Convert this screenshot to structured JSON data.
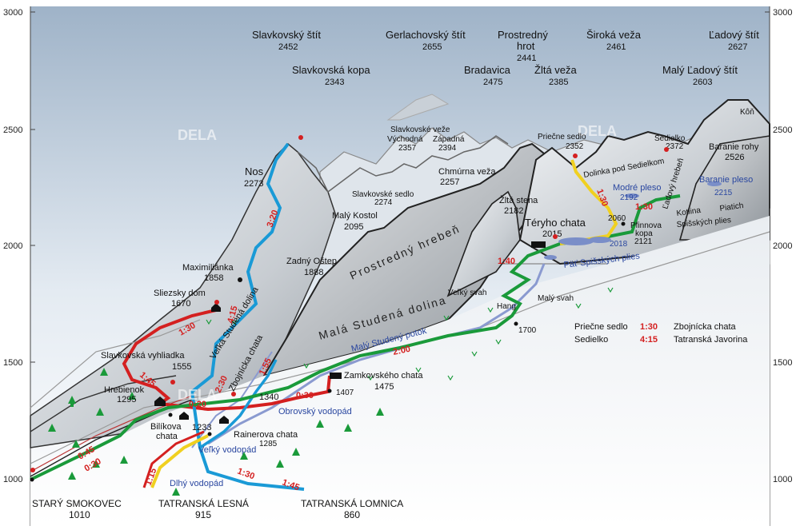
{
  "axis": {
    "left": [
      "3000",
      "2500",
      "2000",
      "1500",
      "1000"
    ],
    "right": [
      "3000",
      "2500",
      "2000",
      "1500",
      "1000"
    ]
  },
  "watermark": "DELA",
  "peaks": [
    {
      "name": "Slavkovský štít",
      "elev": "2452"
    },
    {
      "name": "Gerlachovský štít",
      "elev": "2655"
    },
    {
      "name": "Prostredný",
      "name2": "hrot",
      "elev": "2441"
    },
    {
      "name": "Široká veža",
      "elev": "2461"
    },
    {
      "name": "Ľadový štít",
      "elev": "2627"
    },
    {
      "name": "Slavkovská kopa",
      "elev": "2343"
    },
    {
      "name": "Bradavica",
      "elev": "2475"
    },
    {
      "name": "Žltá veža",
      "elev": "2385"
    },
    {
      "name": "Malý Ľadový štít",
      "elev": "2603"
    }
  ],
  "features": {
    "slavkovske_veze": "Slavkovské veže",
    "vychodna": "Východná",
    "vychodna_elev": "2357",
    "zapadna": "Západná",
    "zapadna_elev": "2394",
    "slavkovske_sedlo": "Slavkovské sedlo",
    "slavkovske_sedlo_elev": "2274",
    "nos": "Nos",
    "nos_elev": "2273",
    "chmurna": "Chmúrna veža",
    "chmurna_elev": "2257",
    "maly_kostol": "Malý Kostol",
    "maly_kostol_elev": "2095",
    "zadny_ostep": "Zadný Oštep",
    "zadny_ostep_elev": "1888",
    "maximilianka": "Maximiliánka",
    "maximilianka_elev": "1858",
    "sliezsky_dom": "Sliezsky dom",
    "sliezsky_dom_elev": "1670",
    "vyhliadka": "Slavkovská vyhliadka",
    "vyhliadka_elev": "1555",
    "hrebienok": "Hrebienok",
    "hrebienok_elev": "1295",
    "bilikova": "Bilíkova",
    "bilikova2": "chata",
    "elev_1233": "1233",
    "rainerova": "Rainerova chata",
    "rainerova_elev": "1285",
    "elev_1340": "1340",
    "elev_1407": "1407",
    "zamkovskeho": "Zamkovského chata",
    "zamkovskeho_elev": "1475",
    "obrovsky": "Obrovský vodopád",
    "velky_vodopad": "Veľký vodopád",
    "dlhy_vodopad": "Dlhý vodopád",
    "maly_studeny_potok": "Malý Studený potok",
    "mala_studena_dolina": "Malá Studená dolina",
    "velka_studena_dolina": "Veľká Studená dolina",
    "zbojnicka": "Zbojnícka chata",
    "prostredny_hreben": "Prostredný hrebeň",
    "zlta_stena": "Žltá stena",
    "zlta_stena_elev": "2182",
    "velky_svah": "Veľký svah",
    "maly_svah": "Malý svah",
    "hang": "Hang",
    "elev_1700": "1700",
    "teryho": "Téryho chata",
    "teryho_elev": "2015",
    "elev_2018": "2018",
    "pat_plies": "Päť Spišských plies",
    "priecne_sedlo": "Priečne sedlo",
    "priecne_sedlo_elev": "2352",
    "dolinka": "Dolinka pod Sedielkom",
    "modre_pleso": "Modré pleso",
    "modre_pleso_elev": "2192",
    "elev_2060": "2060",
    "pfinnova": "Pfinnova",
    "pfinnova2": "kopa",
    "pfinnova_elev": "2121",
    "ladovy_hreben": "Ľadový hrebeň",
    "sedielko": "Sedielko",
    "sedielko_elev": "2372",
    "baranie_rohy": "Baranie rohy",
    "baranie_rohy_elev": "2526",
    "baranie_pleso": "Baranie pleso",
    "baranie_pleso_elev": "2215",
    "kon": "Kôň",
    "kotlina1": "Kotlina",
    "kotlina2": "Piatich",
    "kotlina3": "Spišských plies"
  },
  "times": {
    "t320": "3:20",
    "t415": "4:15",
    "t130a": "1:30",
    "t145a": "1:45",
    "t020": "0:20",
    "t230": "2:30",
    "t155": "1:55",
    "t030a": "0:30",
    "t200": "2:00",
    "t140": "1:40",
    "t130b": "1:30",
    "t130c": "1:30",
    "t045": "0:45",
    "t030b": "0:30",
    "t115": "1:15",
    "t130d": "1:30",
    "t145b": "1:45"
  },
  "legend": [
    {
      "from": "Priečne sedlo",
      "time": "1:30",
      "to": "Zbojnícka chata"
    },
    {
      "from": "Sedielko",
      "time": "4:15",
      "to": "Tatranská Javorina"
    }
  ],
  "towns": [
    {
      "name": "STARÝ SMOKOVEC",
      "elev": "1010"
    },
    {
      "name": "TATRANSKÁ LESNÁ",
      "elev": "915"
    },
    {
      "name": "TATRANSKÁ LOMNICA",
      "elev": "860"
    }
  ],
  "colors": {
    "sky_top": "#9fb3c8",
    "sky_bottom": "#ffffff",
    "trail_red": "#d42020",
    "trail_blue": "#1a9ad6",
    "trail_green": "#1a9a3a",
    "trail_yellow": "#f0d020",
    "water": "#7a8ec8"
  }
}
